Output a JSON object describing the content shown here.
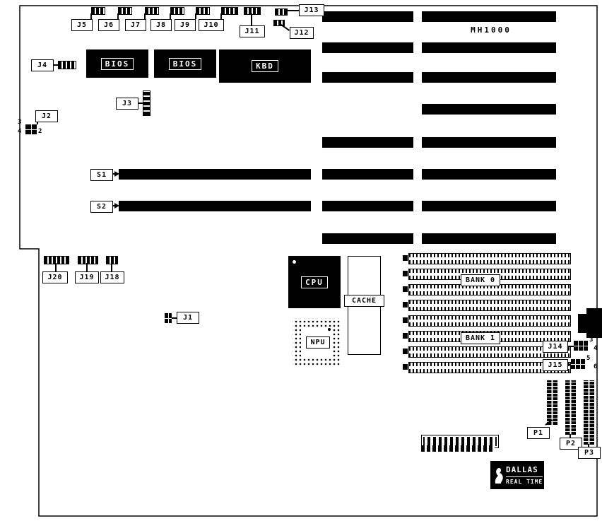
{
  "board": {
    "model": "MH1000"
  },
  "chips": {
    "bios1": "BIOS",
    "bios2": "BIOS",
    "kbd": "KBD",
    "cpu": "CPU",
    "npu": "NPU",
    "cache": "CACHE"
  },
  "memory": {
    "bank0": "BANK 0",
    "bank1": "BANK 1"
  },
  "callouts": {
    "j1": "J1",
    "j2": "J2",
    "j3": "J3",
    "j4": "J4",
    "j5": "J5",
    "j6": "J6",
    "j7": "J7",
    "j8": "J8",
    "j9": "J9",
    "j10": "J10",
    "j11": "J11",
    "j12": "J12",
    "j13": "J13",
    "j14": "J14",
    "j15": "J15",
    "j18": "J18",
    "j19": "J19",
    "j20": "J20",
    "s1": "S1",
    "s2": "S2",
    "p1": "P1",
    "p2": "P2",
    "p3": "P3"
  },
  "pin_labels": {
    "j2_top": "3",
    "j2_bottom": "4",
    "j2_right": "2",
    "j14_top": "3",
    "j14_bottom": "4",
    "j15_top": "5",
    "j15_bottom": "6"
  },
  "rtc": {
    "brand": "DALLAS",
    "product": "REAL TIME"
  }
}
